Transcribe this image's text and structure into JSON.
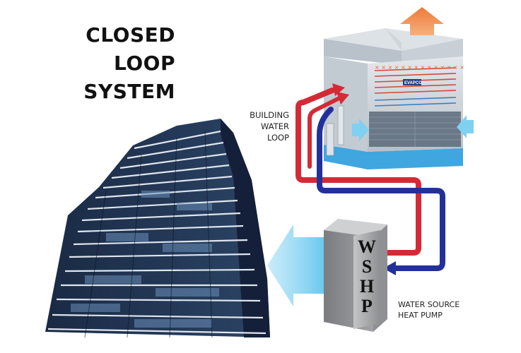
{
  "title": {
    "line1": "CLOSED",
    "line2": "LOOP",
    "line3": "SYSTEM"
  },
  "building_loop_label": {
    "line1": "BUILDING",
    "line2": "WATER",
    "line3": "LOOP"
  },
  "heat_pump": {
    "letters": [
      "W",
      "S",
      "H",
      "P"
    ]
  },
  "heat_pump_label": {
    "line1": "WATER SOURCE",
    "line2": "HEAT PUMP"
  },
  "cooling_tower": {
    "brand": "EVAPCO"
  },
  "colors": {
    "supply_pipe": "#d42a36",
    "return_pipe": "#23309a",
    "airflow": "#5bc3ec",
    "exhaust": "#f08a4c",
    "tower_body": "#c9d0d8",
    "pump_body": "#a9aaac"
  }
}
